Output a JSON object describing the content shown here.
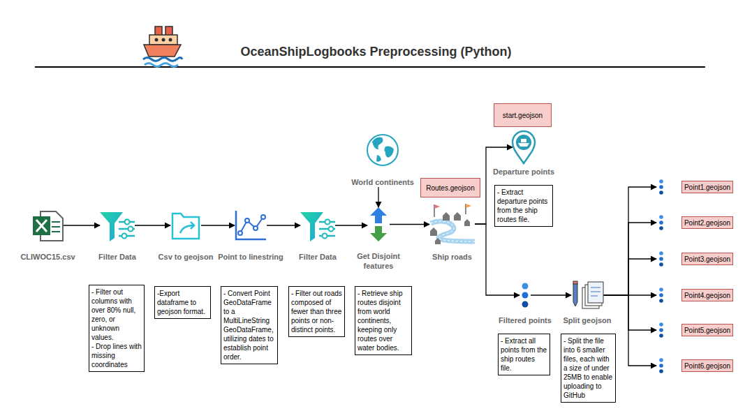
{
  "diagram": {
    "title": "OceanShipLogbooks Preprocessing (Python)",
    "nodes": [
      {
        "text": [
          "CLIWOC15.csv"
        ]
      },
      {
        "text": [
          "Filter Data"
        ]
      },
      {
        "text": [
          "- Filter out columns with over 80% null, zero, or unknown values.",
          "- Drop lines with missing coordinates"
        ]
      },
      {
        "text": [
          "Csv to geojson"
        ]
      },
      {
        "text": [
          "-Export dataframe to geojson format."
        ]
      },
      {
        "text": [
          "Point to linestring"
        ]
      },
      {
        "text": [
          "- Convert Point GeoDataFrame to a MultiLineString GeoDataFrame, utilizing dates to establish point order."
        ]
      },
      {
        "text": [
          "Filter Data"
        ]
      },
      {
        "text": [
          "- Filter out roads composed of fewer than three points or non-distinct points."
        ]
      },
      {
        "text": [
          "World continents"
        ]
      },
      {
        "text": [
          "Get Disjoint features"
        ]
      },
      {
        "text": [
          "- Retrieve ship routes disjoint from world continents, keeping only routes over water bodies."
        ]
      },
      {
        "text": [
          "Routes.geojson"
        ]
      },
      {
        "text": [
          "Ship roads"
        ]
      },
      {
        "text": [
          "start.geojson"
        ]
      },
      {
        "text": [
          "Departure points"
        ]
      },
      {
        "text": [
          "- Extract departure points from the ship routes file."
        ]
      },
      {
        "text": [
          "Filtered points"
        ]
      },
      {
        "text": [
          "- Extract all points from the ship routes file."
        ]
      },
      {
        "text": [
          "Split geojson"
        ]
      },
      {
        "text": [
          "- Split the file into 6 smaller files, each with a size of under 25MB to enable uploading to GitHub"
        ]
      },
      {
        "text": [
          "Point1.geojson"
        ]
      },
      {
        "text": [
          "Point2.geojson"
        ]
      },
      {
        "text": [
          "Point3.geojson"
        ]
      },
      {
        "text": [
          "Point4.geojson"
        ]
      },
      {
        "text": [
          "Point5.geojson"
        ]
      },
      {
        "text": [
          "Point6.geojson"
        ]
      }
    ],
    "edges": [
      {
        "from": 0,
        "to": 1,
        "arrow": "to"
      },
      {
        "from": 1,
        "to": 3,
        "arrow": "to"
      },
      {
        "from": 3,
        "to": 5,
        "arrow": "to"
      },
      {
        "from": 5,
        "to": 7,
        "arrow": "to"
      },
      {
        "from": 7,
        "to": 10,
        "arrow": "to"
      },
      {
        "from": 9,
        "to": 10,
        "arrow": "to"
      },
      {
        "from": 10,
        "to": 13,
        "arrow": "to"
      },
      {
        "from": 13,
        "to": 15,
        "arrow": "to"
      },
      {
        "from": 13,
        "to": 17,
        "arrow": "to"
      },
      {
        "from": 17,
        "to": 19,
        "arrow": "to"
      },
      {
        "from": 19,
        "to": 21,
        "arrow": "to"
      },
      {
        "from": 19,
        "to": 22,
        "arrow": "to"
      },
      {
        "from": 19,
        "to": 23,
        "arrow": "to"
      },
      {
        "from": 19,
        "to": 24,
        "arrow": "to"
      },
      {
        "from": 19,
        "to": 25,
        "arrow": "to"
      },
      {
        "from": 19,
        "to": 26,
        "arrow": "to"
      }
    ]
  }
}
